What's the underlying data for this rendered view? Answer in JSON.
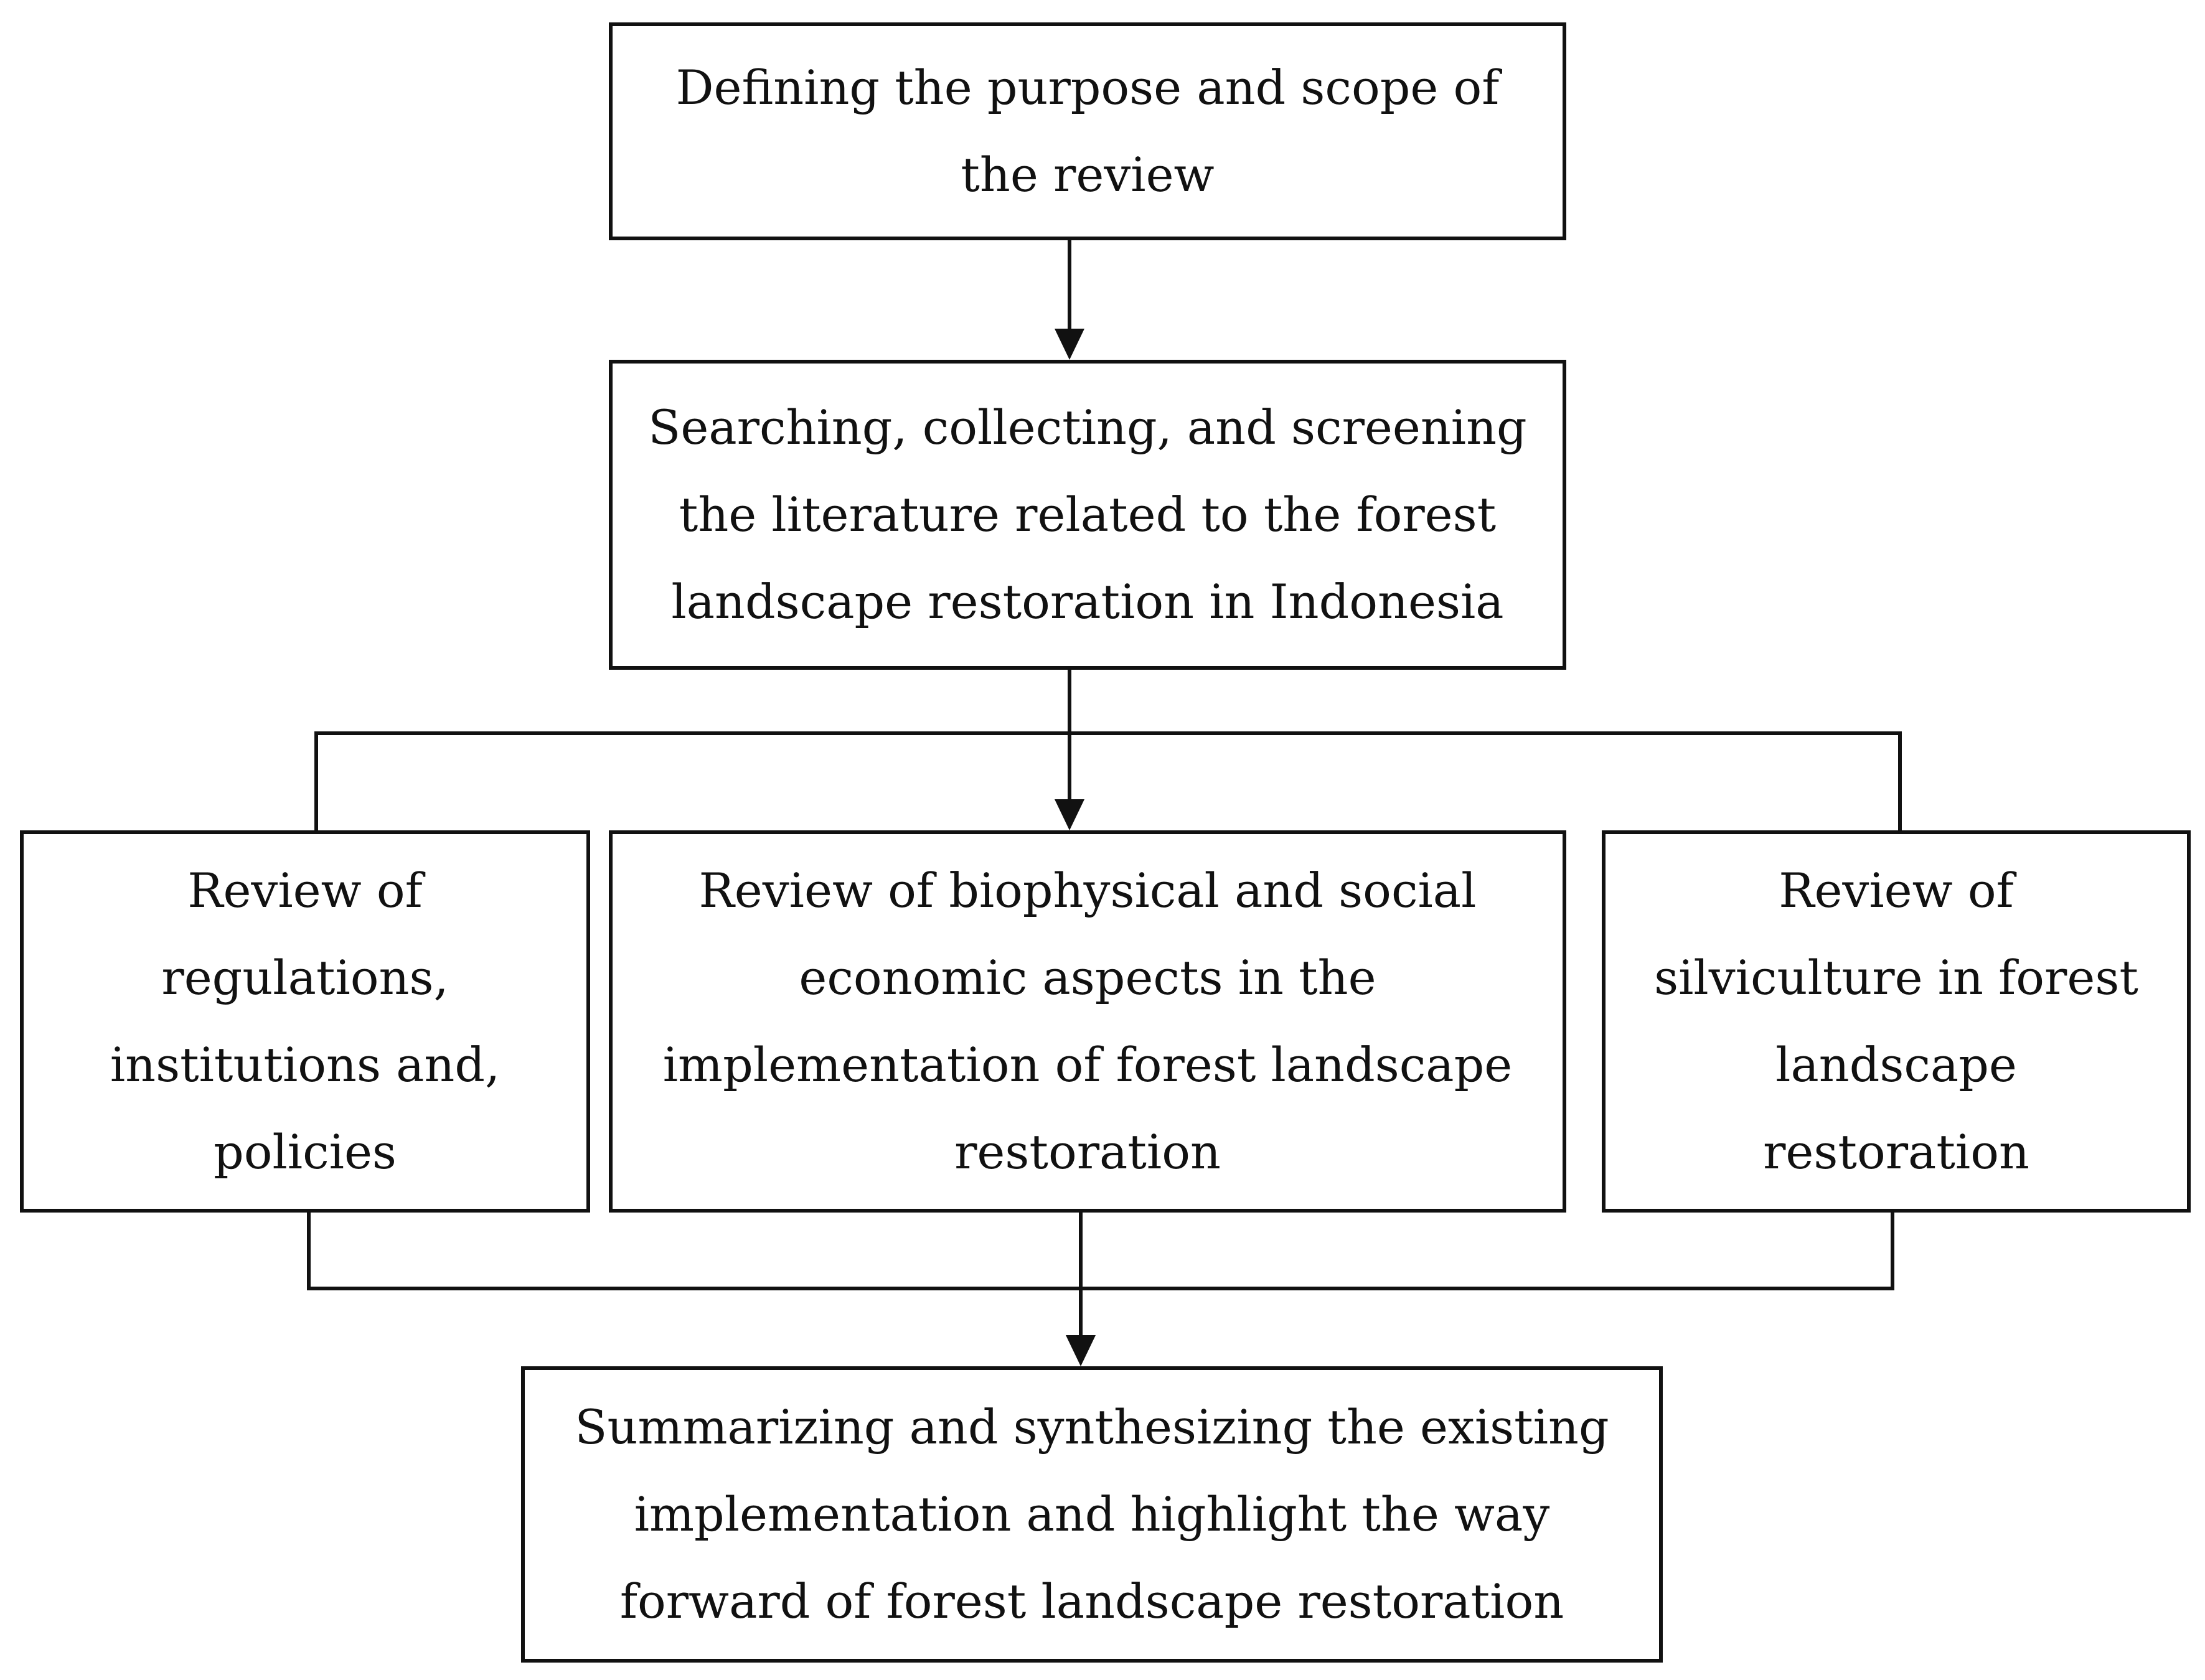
{
  "diagram": {
    "nodes": [
      {
        "id": "define",
        "label": "Defining the purpose and scope of\nthe review"
      },
      {
        "id": "search",
        "label": "Searching, collecting, and screening\nthe literature related to the forest\nlandscape restoration in Indonesia"
      },
      {
        "id": "reg",
        "label": "Review of\nregulations,\ninstitutions and,\npolicies"
      },
      {
        "id": "bio",
        "label": "Review of biophysical and social\neconomic aspects in the\nimplementation of forest landscape\nrestoration"
      },
      {
        "id": "silvi",
        "label": "Review of\nsilviculture in forest\nlandscape\nrestoration"
      },
      {
        "id": "summary",
        "label": "Summarizing and synthesizing the existing\nimplementation and highlight the way\nforward of forest landscape restoration"
      }
    ],
    "edges": [
      {
        "from": "define",
        "to": "search"
      },
      {
        "from": "search",
        "to": "reg"
      },
      {
        "from": "search",
        "to": "bio"
      },
      {
        "from": "search",
        "to": "silvi"
      },
      {
        "from": "reg",
        "to": "summary"
      },
      {
        "from": "bio",
        "to": "summary"
      },
      {
        "from": "silvi",
        "to": "summary"
      }
    ],
    "colors": {
      "stroke": "#111111",
      "background": "#ffffff",
      "text": "#111111"
    }
  }
}
